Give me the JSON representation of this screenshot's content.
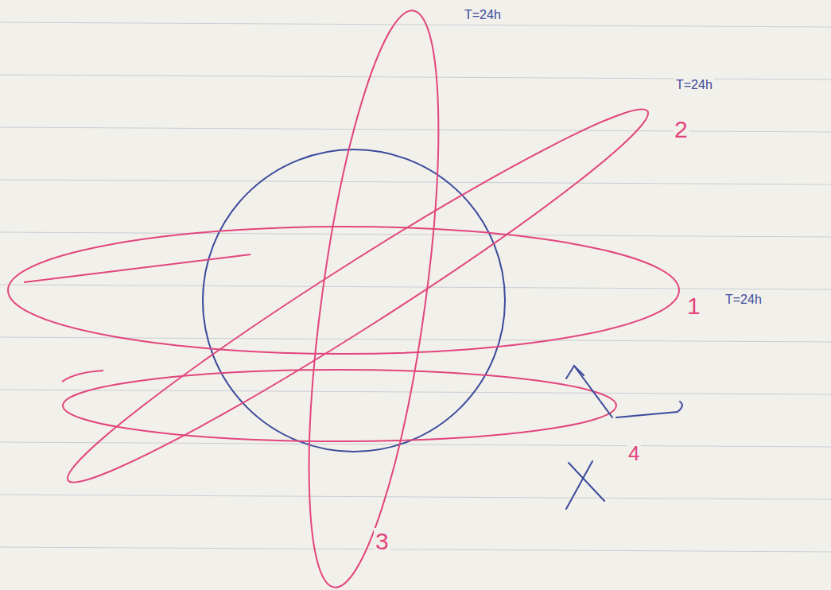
{
  "diagram": {
    "labels": [
      "T=24h",
      "T=24h",
      "2",
      "T=24h",
      "1",
      "3",
      "4"
    ]
  }
}
